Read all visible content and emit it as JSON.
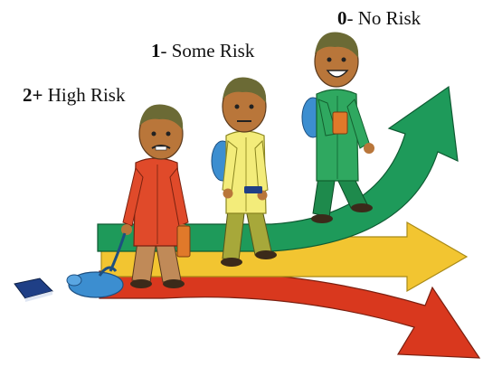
{
  "labels": {
    "no_risk": {
      "number": "0",
      "text": "- No Risk"
    },
    "some_risk": {
      "number": "1",
      "text": "- Some Risk"
    },
    "high_risk": {
      "number": "2+",
      "text": " High Risk"
    }
  },
  "colors": {
    "green_arrow": "#1e9a5a",
    "yellow_arrow": "#f2c531",
    "red_arrow": "#d9381e",
    "skin": "#b9763a",
    "hair": "#6b6a35",
    "red_shirt": "#e04a2a",
    "yellow_shirt": "#f3ec7a",
    "green_shirt": "#2fa860",
    "backpack_blue": "#3c8ed0",
    "book_navy": "#1f3f86"
  },
  "icons": [
    "green-arrow-icon",
    "yellow-arrow-icon",
    "red-arrow-icon",
    "dropped-book-icon",
    "dropped-backpack-icon"
  ]
}
